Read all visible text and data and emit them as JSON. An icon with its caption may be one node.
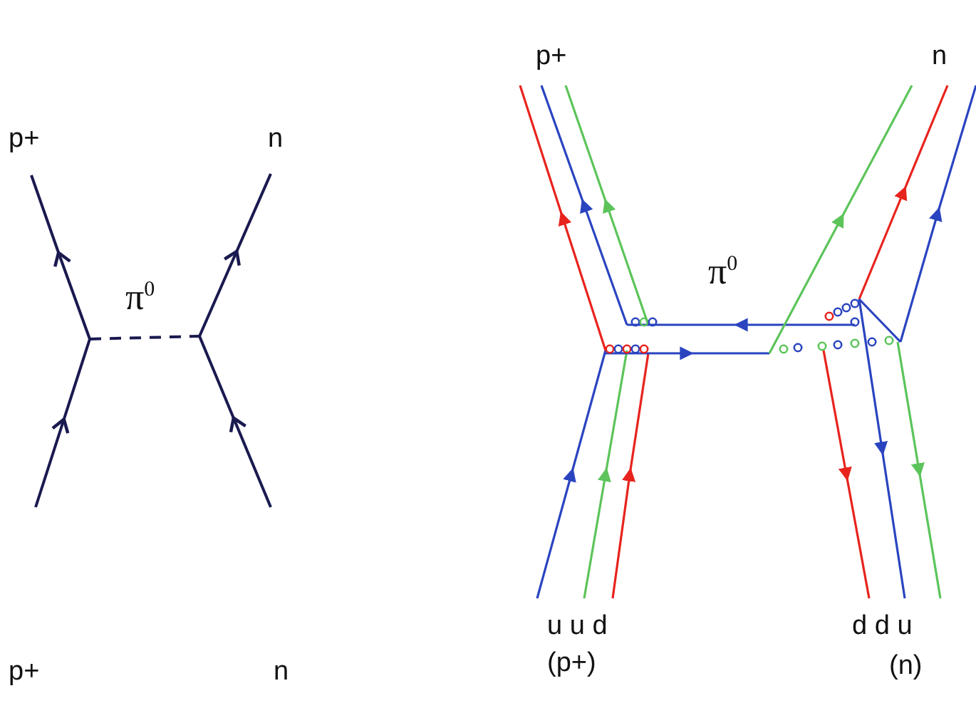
{
  "diagram": {
    "labels": [
      "p+",
      "n",
      "p+",
      "n",
      "π$^{0}$",
      "π$^{0}$",
      "p+",
      "n",
      "u u d",
      "d d u",
      "(p+)",
      "(n)"
    ]
  }
}
